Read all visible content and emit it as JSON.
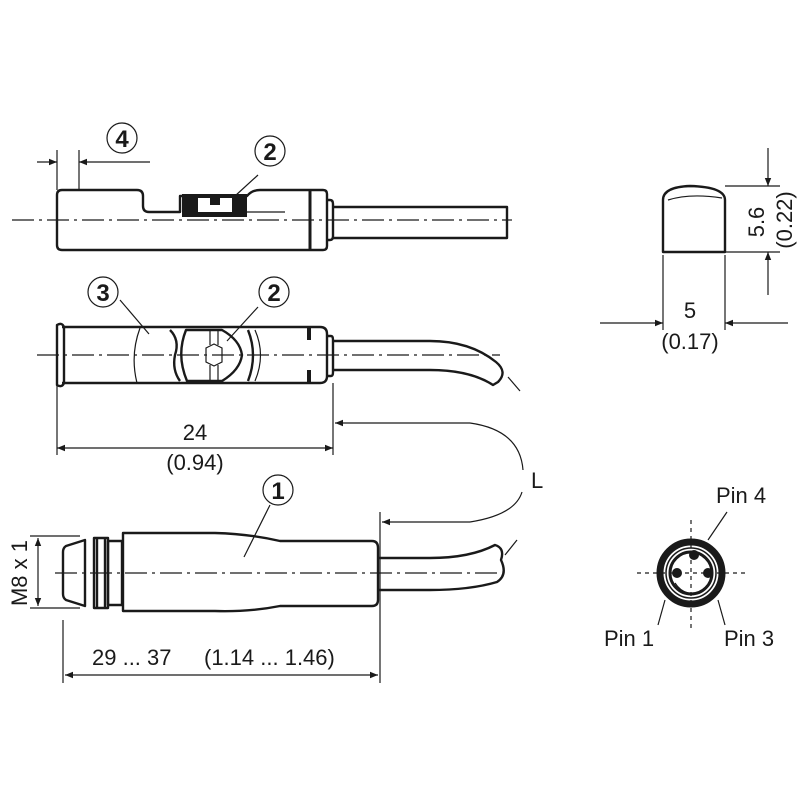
{
  "callouts": {
    "c1": "1",
    "c2a": "2",
    "c2b": "2",
    "c3": "3",
    "c4": "4"
  },
  "dimensions": {
    "length_mm": "24",
    "length_in": "(0.94)",
    "connector_length_mm": "29 ... 37",
    "connector_length_in": "(1.14 ... 1.46)",
    "thread": "M8 x 1",
    "cable_length": "L",
    "width_mm": "5",
    "width_in": "(0.17)",
    "height_mm": "5.6",
    "height_in": "(0.22)"
  },
  "pins": {
    "pin1": "Pin 1",
    "pin3": "Pin 3",
    "pin4": "Pin 4"
  }
}
